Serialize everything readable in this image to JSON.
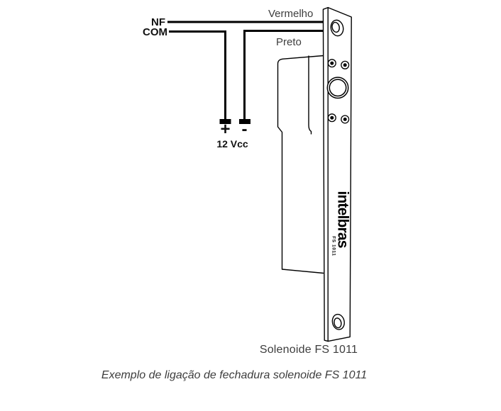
{
  "diagram": {
    "relay_labels": {
      "nf": "NF",
      "com": "COM"
    },
    "wire_labels": {
      "red": "Vermelho",
      "black": "Preto"
    },
    "power": {
      "positive": "+",
      "negative": "-",
      "voltage": "12 Vcc"
    },
    "device": {
      "brand": "intelbras",
      "brand_model": "FS 1011",
      "name": "Solenoide FS 1011"
    },
    "caption": "Exemplo de ligação de fechadura solenoide FS 1011",
    "colors": {
      "line": "#000000",
      "terminal_fill": "#000000",
      "label_text": "#3d3d3d",
      "bold_text": "#111111"
    }
  }
}
